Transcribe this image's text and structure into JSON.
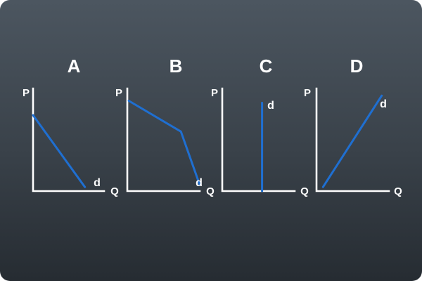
{
  "colors": {
    "curve": "#1f6fd1",
    "axis": "#ffffff",
    "text": "#ffffff"
  },
  "panels": [
    {
      "title": "A",
      "y_axis_label": "P",
      "x_axis_label": "Q",
      "curve_label": "d",
      "curve_shape": "downward-sloping-line",
      "curve": [
        [
          0.0,
          0.74
        ],
        [
          0.73,
          0.04
        ]
      ]
    },
    {
      "title": "B",
      "y_axis_label": "P",
      "x_axis_label": "Q",
      "curve_label": "d",
      "curve_shape": "kinked-downward-line",
      "curve": [
        [
          0.02,
          0.88
        ],
        [
          0.74,
          0.58
        ],
        [
          1.0,
          0.06
        ]
      ]
    },
    {
      "title": "C",
      "y_axis_label": "P",
      "x_axis_label": "Q",
      "curve_label": "d",
      "curve_shape": "vertical-line",
      "curve": [
        [
          0.55,
          0.0
        ],
        [
          0.55,
          0.86
        ]
      ]
    },
    {
      "title": "D",
      "y_axis_label": "P",
      "x_axis_label": "Q",
      "curve_label": "d",
      "curve_shape": "upward-sloping-line",
      "curve": [
        [
          0.09,
          0.04
        ],
        [
          0.9,
          0.93
        ]
      ]
    }
  ]
}
